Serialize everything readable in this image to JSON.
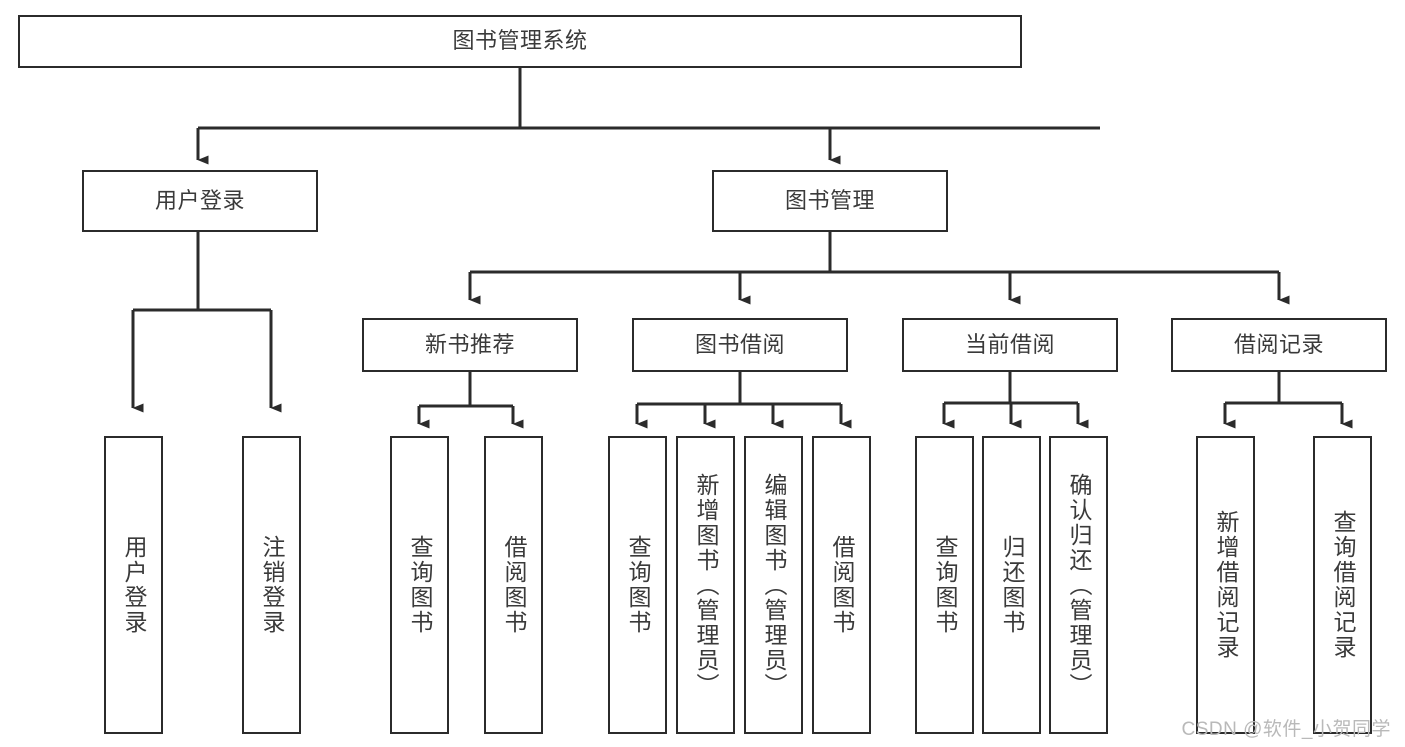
{
  "diagram": {
    "title": "图书管理系统",
    "type": "tree-hierarchy",
    "line_color": "#2b2b2b",
    "box_fill": "#ffffff",
    "text_color": "#3a3a3a"
  },
  "nodes": {
    "root": {
      "label": "图书管理系统",
      "level": 1
    },
    "login": {
      "label": "用户登录",
      "level": 2
    },
    "book_mgmt": {
      "label": "图书管理",
      "level": 2
    },
    "new_book_rec": {
      "label": "新书推荐",
      "level": 3
    },
    "book_borrow": {
      "label": "图书借阅",
      "level": 3
    },
    "current_borrow": {
      "label": "当前借阅",
      "level": 3
    },
    "borrow_record": {
      "label": "借阅记录",
      "level": 3
    },
    "leaf_user_login": {
      "label": "用户登录",
      "level": 4
    },
    "leaf_logout": {
      "label": "注销登录",
      "level": 4
    },
    "leaf_query_book_1": {
      "label": "查询图书",
      "level": 4
    },
    "leaf_borrow_book_1": {
      "label": "借阅图书",
      "level": 4
    },
    "leaf_query_book_2": {
      "label": "查询图书",
      "level": 4
    },
    "leaf_add_book": {
      "label": "新增图书（管理员）",
      "level": 4
    },
    "leaf_edit_book": {
      "label": "编辑图书（管理员）",
      "level": 4
    },
    "leaf_borrow_book_2": {
      "label": "借阅图书",
      "level": 4
    },
    "leaf_query_book_3": {
      "label": "查询图书",
      "level": 4
    },
    "leaf_return_book": {
      "label": "归还图书",
      "level": 4
    },
    "leaf_confirm_return": {
      "label": "确认归还（管理员）",
      "level": 4
    },
    "leaf_add_record": {
      "label": "新增借阅记录",
      "level": 4
    },
    "leaf_query_record": {
      "label": "查询借阅记录",
      "level": 4
    }
  },
  "watermark": {
    "text": "CSDN @软件_小贺同学"
  }
}
